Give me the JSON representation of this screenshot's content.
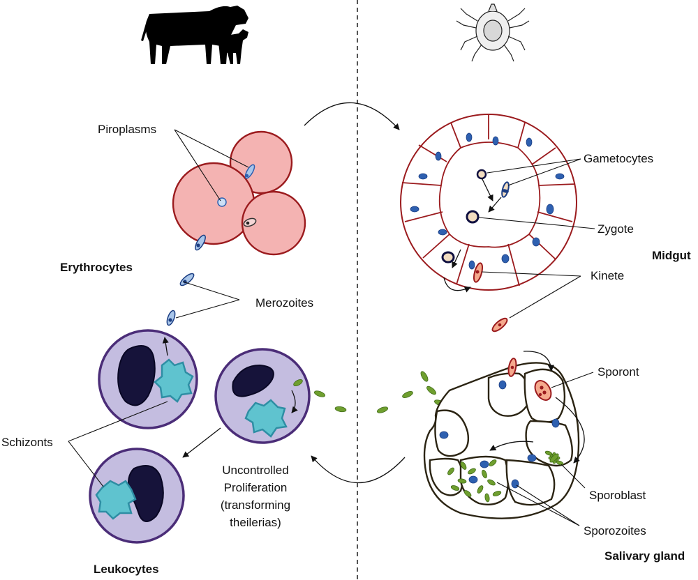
{
  "hosts": {
    "left_host_icon": "cow-and-calf-icon",
    "right_host_icon": "tick-icon"
  },
  "labels": {
    "piroplasms": "Piroplasms",
    "erythrocytes": "Erythrocytes",
    "merozoites": "Merozoites",
    "schizonts": "Schizonts",
    "leukocytes": "Leukocytes",
    "proliferation_line1": "Uncontrolled",
    "proliferation_line2": "Proliferation",
    "proliferation_line3": "(transforming",
    "proliferation_line4": "theilerias)",
    "gametocytes": "Gametocytes",
    "zygote": "Zygote",
    "midgut": "Midgut",
    "kinete": "Kinete",
    "sporont": "Sporont",
    "sporoblast": "Sporoblast",
    "sporozoites": "Sporozoites",
    "salivary_gland": "Salivary gland"
  },
  "colors": {
    "erythrocyte_fill": "#f4b3b2",
    "erythrocyte_border": "#9b1b1e",
    "leukocyte_fill": "#c4bde0",
    "leukocyte_border": "#4b2d78",
    "schizont": "#5fc3cf",
    "sporozoite": "#6f9f2f",
    "parasite_blue": "#2e60b0"
  }
}
